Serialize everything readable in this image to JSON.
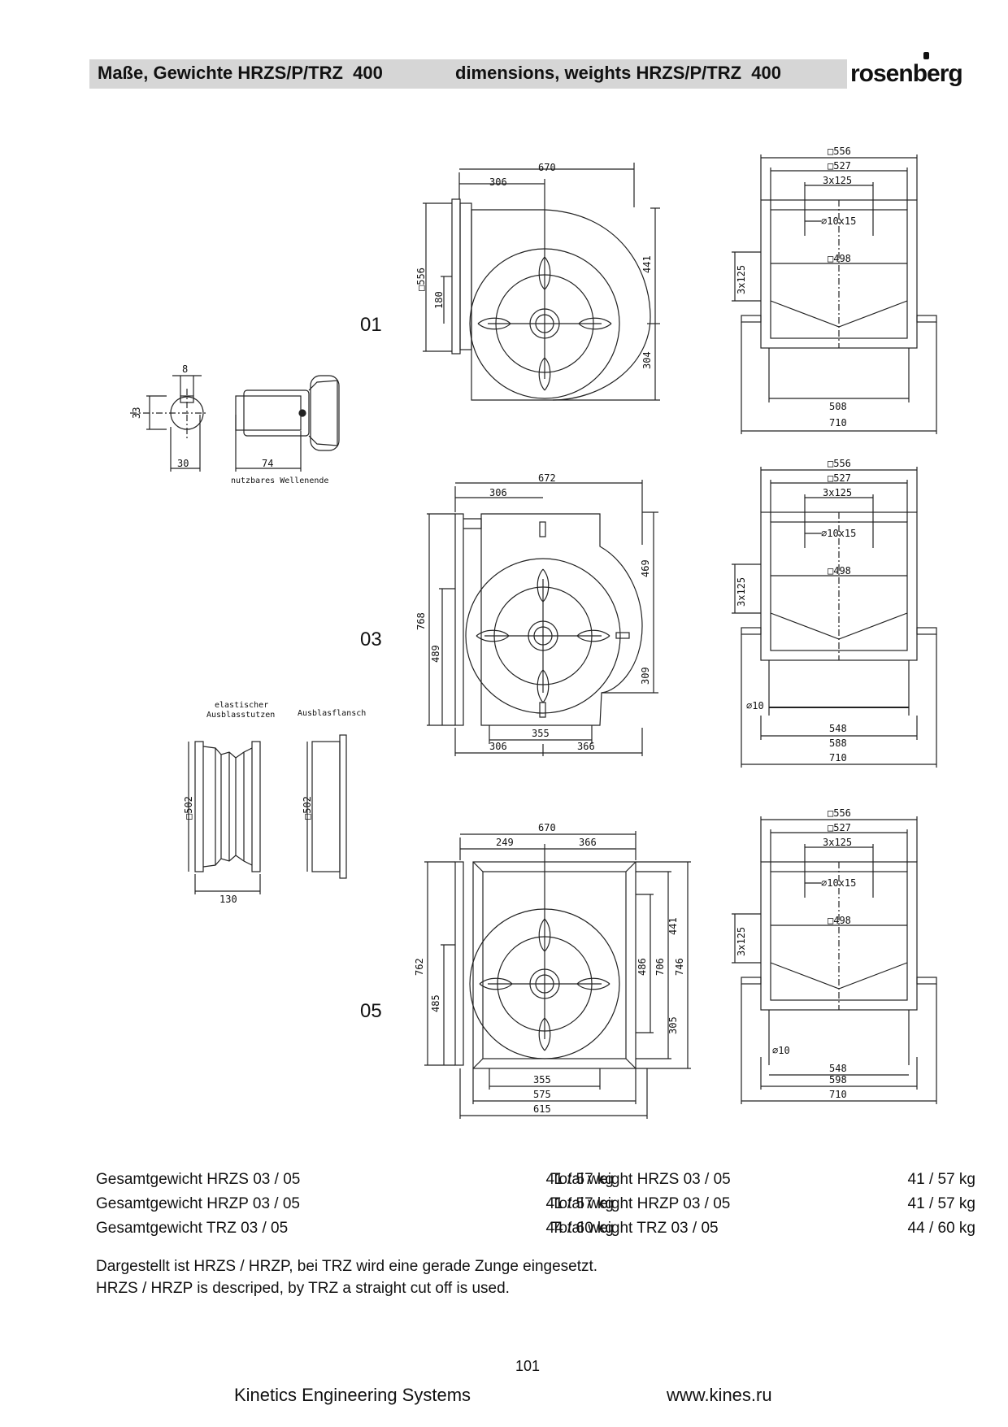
{
  "header": {
    "title_de": "Maße, Gewichte HRZS/P/TRZ  400",
    "title_en": "dimensions, weights HRZS/P/TRZ  400",
    "logo": "rosenberg"
  },
  "variants": [
    "01",
    "03",
    "05"
  ],
  "shaft": {
    "dim_8": "8",
    "dim_33": "33",
    "dim_30": "30",
    "dim_74": "74",
    "caption": "nutzbares Wellenende"
  },
  "accessories": {
    "flex_label1": "elastischer",
    "flex_label2": "Ausblasstutzen",
    "flange_label": "Ausblasflansch",
    "dim_502a": "□502",
    "dim_502b": "□502",
    "dim_130": "130"
  },
  "side01": {
    "w670": "670",
    "w306": "306",
    "h556": "□556",
    "h180": "180",
    "h441": "441",
    "h304": "304"
  },
  "side03": {
    "w672": "672",
    "w306": "306",
    "h768": "768",
    "h469": "469",
    "h489": "489",
    "h309": "309",
    "b355": "355",
    "b306": "306",
    "b366": "366"
  },
  "side05": {
    "w670": "670",
    "w249": "249",
    "w366": "366",
    "h762": "762",
    "h485": "485",
    "h441": "441",
    "h305": "305",
    "h486": "486",
    "h706": "706",
    "h746": "746",
    "b355": "355",
    "b575": "575",
    "b615": "615"
  },
  "front01": {
    "a556": "□556",
    "a527": "□527",
    "a3x125": "3x125",
    "a10x15": "⌀10x15",
    "a498": "□498",
    "v3x125": "3x125",
    "a508": "508",
    "a710": "710"
  },
  "front03": {
    "a556": "□556",
    "a527": "□527",
    "a3x125": "3x125",
    "a10x15": "⌀10x15",
    "a498": "□498",
    "v3x125": "3x125",
    "a10": "⌀10",
    "a548": "548",
    "a588": "588",
    "a710": "710"
  },
  "front05": {
    "a556": "□556",
    "a527": "□527",
    "a3x125": "3x125",
    "a10x15": "⌀10x15",
    "a498": "□498",
    "v3x125": "3x125",
    "a10": "⌀10",
    "a548": "548",
    "a598": "598",
    "a710": "710"
  },
  "weights": [
    {
      "de": "Gesamtgewicht HRZS 03 / 05",
      "de_val": "41 / 57 kg",
      "en": "Total weight HRZS 03 / 05",
      "en_val": "41 / 57 kg"
    },
    {
      "de": "Gesamtgewicht HRZP 03 / 05",
      "de_val": "41 / 57 kg",
      "en": "Total weight HRZP 03 / 05",
      "en_val": "41 / 57 kg"
    },
    {
      "de": "Gesamtgewicht TRZ 03 / 05",
      "de_val": "44 / 60 kg",
      "en": "Total weight TRZ 03 / 05",
      "en_val": "44 / 60 kg"
    }
  ],
  "notes": {
    "line1": "Dargestellt ist HRZS / HRZP, bei TRZ wird eine gerade Zunge eingesetzt.",
    "line2": "HRZS / HRZP is descriped, by TRZ a straight cut off is used."
  },
  "footer": {
    "page": "101",
    "company": "Kinetics Engineering Systems",
    "url": "www.kines.ru"
  }
}
